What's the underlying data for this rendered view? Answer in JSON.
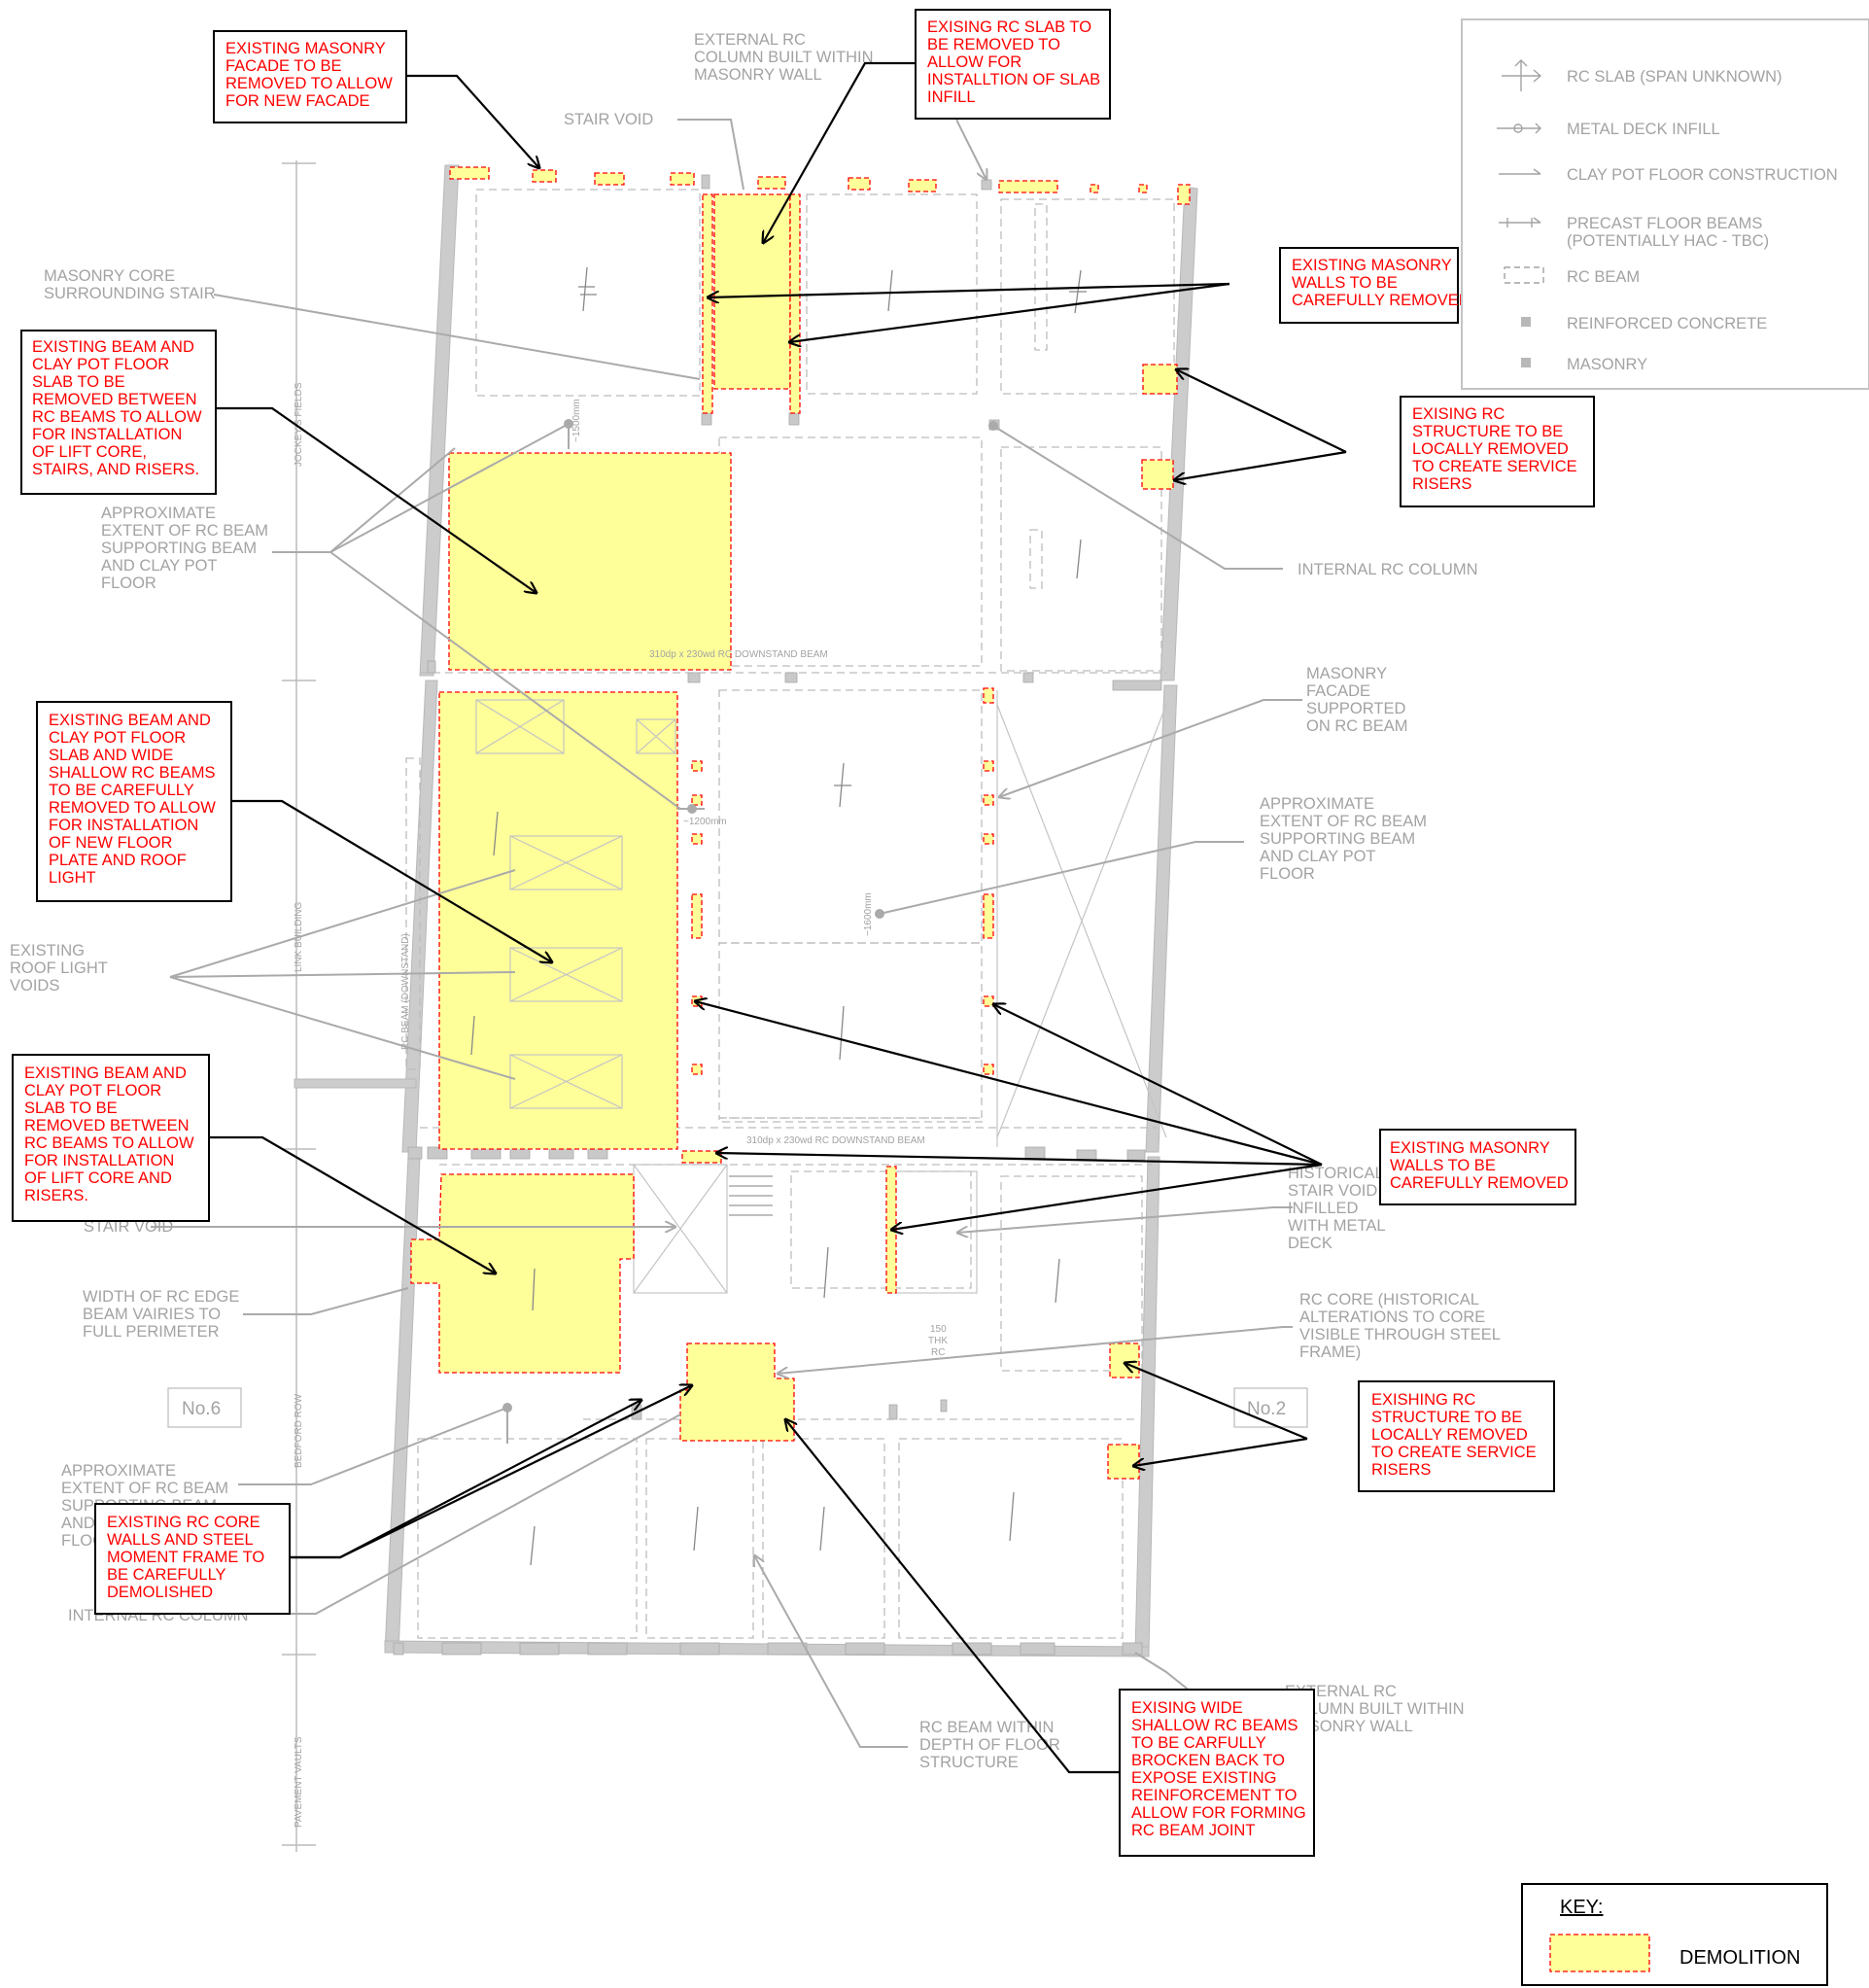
{
  "legend": {
    "items": [
      {
        "label": "RC SLAB (SPAN UNKNOWN)",
        "symbol": "two-way-span-arrow"
      },
      {
        "label": "METAL DECK INFILL",
        "symbol": "circle-span-arrow"
      },
      {
        "label": "CLAY POT FLOOR CONSTRUCTION",
        "symbol": "one-way-arrow"
      },
      {
        "label_lines": [
          "PRECAST FLOOR BEAMS",
          "(POTENTIALLY HAC - TBC)"
        ],
        "symbol": "ticked-arrow"
      },
      {
        "label": "RC BEAM",
        "symbol": "dashed-beam"
      },
      {
        "label": "REINFORCED CONCRETE",
        "symbol": "grey-square"
      },
      {
        "label": "MASONRY",
        "symbol": "grey-square"
      }
    ]
  },
  "key": {
    "title": "KEY:",
    "item": "DEMOLITION"
  },
  "red_notes": {
    "n1": [
      "EXISTING MASONRY",
      "FACADE TO BE",
      "REMOVED TO ALLOW",
      "FOR NEW FACADE"
    ],
    "n2": [
      "EXISING RC SLAB TO",
      "BE REMOVED TO",
      "ALLOW FOR",
      "INSTALLTION OF SLAB",
      "INFILL"
    ],
    "n3": [
      "EXISTING MASONRY",
      "WALLS TO BE",
      "CAREFULLY REMOVED"
    ],
    "n4": [
      "EXISTING BEAM AND",
      "CLAY POT FLOOR",
      "SLAB TO BE",
      "REMOVED BETWEEN",
      "RC BEAMS TO ALLOW",
      "FOR INSTALLATION",
      "OF LIFT CORE,",
      "STAIRS, AND RISERS."
    ],
    "n5": [
      "EXISING RC",
      "STRUCTURE TO BE",
      "LOCALLY REMOVED",
      "TO CREATE SERVICE",
      "RISERS"
    ],
    "n6": [
      "EXISTING BEAM AND",
      "CLAY POT FLOOR",
      "SLAB AND WIDE",
      "SHALLOW RC BEAMS",
      "TO BE CAREFULLY",
      "REMOVED TO ALLOW",
      "FOR INSTALLATION",
      "OF NEW FLOOR",
      "PLATE AND ROOF",
      "LIGHT"
    ],
    "n7": [
      "EXISTING BEAM AND",
      "CLAY POT FLOOR",
      "SLAB TO BE",
      "REMOVED BETWEEN",
      "RC BEAMS TO ALLOW",
      "FOR INSTALLATION",
      "OF LIFT CORE AND",
      "RISERS."
    ],
    "n8": [
      "EXISTING MASONRY",
      "WALLS TO BE",
      "CAREFULLY REMOVED"
    ],
    "n9": [
      "EXISHING RC",
      "STRUCTURE TO BE",
      "LOCALLY REMOVED",
      "TO CREATE SERVICE",
      "RISERS"
    ],
    "n10": [
      "EXISTING RC CORE",
      "WALLS AND STEEL",
      "MOMENT FRAME TO",
      "BE CAREFULLY",
      "DEMOLISHED"
    ],
    "n11": [
      "EXISING WIDE",
      "SHALLOW RC BEAMS",
      "TO BE CARFULLY",
      "BROCKEN BACK TO",
      "EXPOSE EXISTING",
      "REINFORCEMENT TO",
      "ALLOW FOR FORMING",
      "RC BEAM JOINT"
    ]
  },
  "grey_labels": {
    "ext_col_top": [
      "EXTERNAL RC",
      "COLUMN BUILT WITHIN",
      "MASONRY WALL"
    ],
    "stair_void_top": [
      "STAIR VOID"
    ],
    "masonry_core": [
      "MASONRY CORE",
      "SURROUNDING STAIR"
    ],
    "approx_1": [
      "APPROXIMATE",
      "EXTENT OF RC BEAM",
      "SUPPORTING BEAM",
      "AND CLAY POT",
      "FLOOR"
    ],
    "internal_col": [
      "INTERNAL RC COLUMN"
    ],
    "masonry_facade": [
      "MASONRY",
      "FACADE",
      "SUPPORTED",
      "ON RC BEAM"
    ],
    "approx_2": [
      "APPROXIMATE",
      "EXTENT OF RC BEAM",
      "SUPPORTING BEAM",
      "AND CLAY POT",
      "FLOOR"
    ],
    "roof_voids": [
      "EXISTING",
      "ROOF LIGHT",
      "VOIDS"
    ],
    "historical_stair": [
      "HISTORICAL",
      "STAIR VOID",
      "INFILLED",
      "WITH METAL",
      "DECK"
    ],
    "stair_void_low": [
      "STAIR VOID"
    ],
    "edge_beam": [
      "WIDTH OF RC EDGE",
      "BEAM VAIRIES TO",
      "FULL PERIMETER"
    ],
    "rc_core": [
      "RC CORE (HISTORICAL",
      "ALTERATIONS TO CORE",
      "VISIBLE THROUGH STEEL",
      "FRAME)"
    ],
    "approx_3": [
      "APPROXIMATE",
      "EXTENT OF RC BEAM",
      "SUPPORTING BEAM",
      "AND CLAY POT",
      "FLOOR"
    ],
    "internal_col_low": [
      "INTERNAL RC COLUMN"
    ],
    "rc_beam_within": [
      "RC BEAM WITHIN",
      "DEPTH OF FLOOR",
      "STRUCTURE"
    ],
    "ext_col_bottom": [
      "EXTERNAL RC",
      "COLUMN BUILT WITHIN",
      "MASONRY WALL"
    ],
    "beam_1": "310dp x 230wd RC DOWNSTAND BEAM",
    "beam_2": "310dp x 230wd RC DOWNSTAND BEAM",
    "rc_150": [
      "150",
      "THK",
      "RC"
    ],
    "rc_beam_vertical": "RC BEAM (DOWNSTAND)",
    "dims": [
      "~1500mm",
      "~1200mm",
      "~1600mm"
    ]
  },
  "site": {
    "grid_labels": [
      "JOCKEY'S FIELDS",
      "LINK BUILDING",
      "BEDFORD ROW",
      "PAVEMENT VAULTS"
    ],
    "no6": "No.6",
    "no2": "No.2"
  }
}
